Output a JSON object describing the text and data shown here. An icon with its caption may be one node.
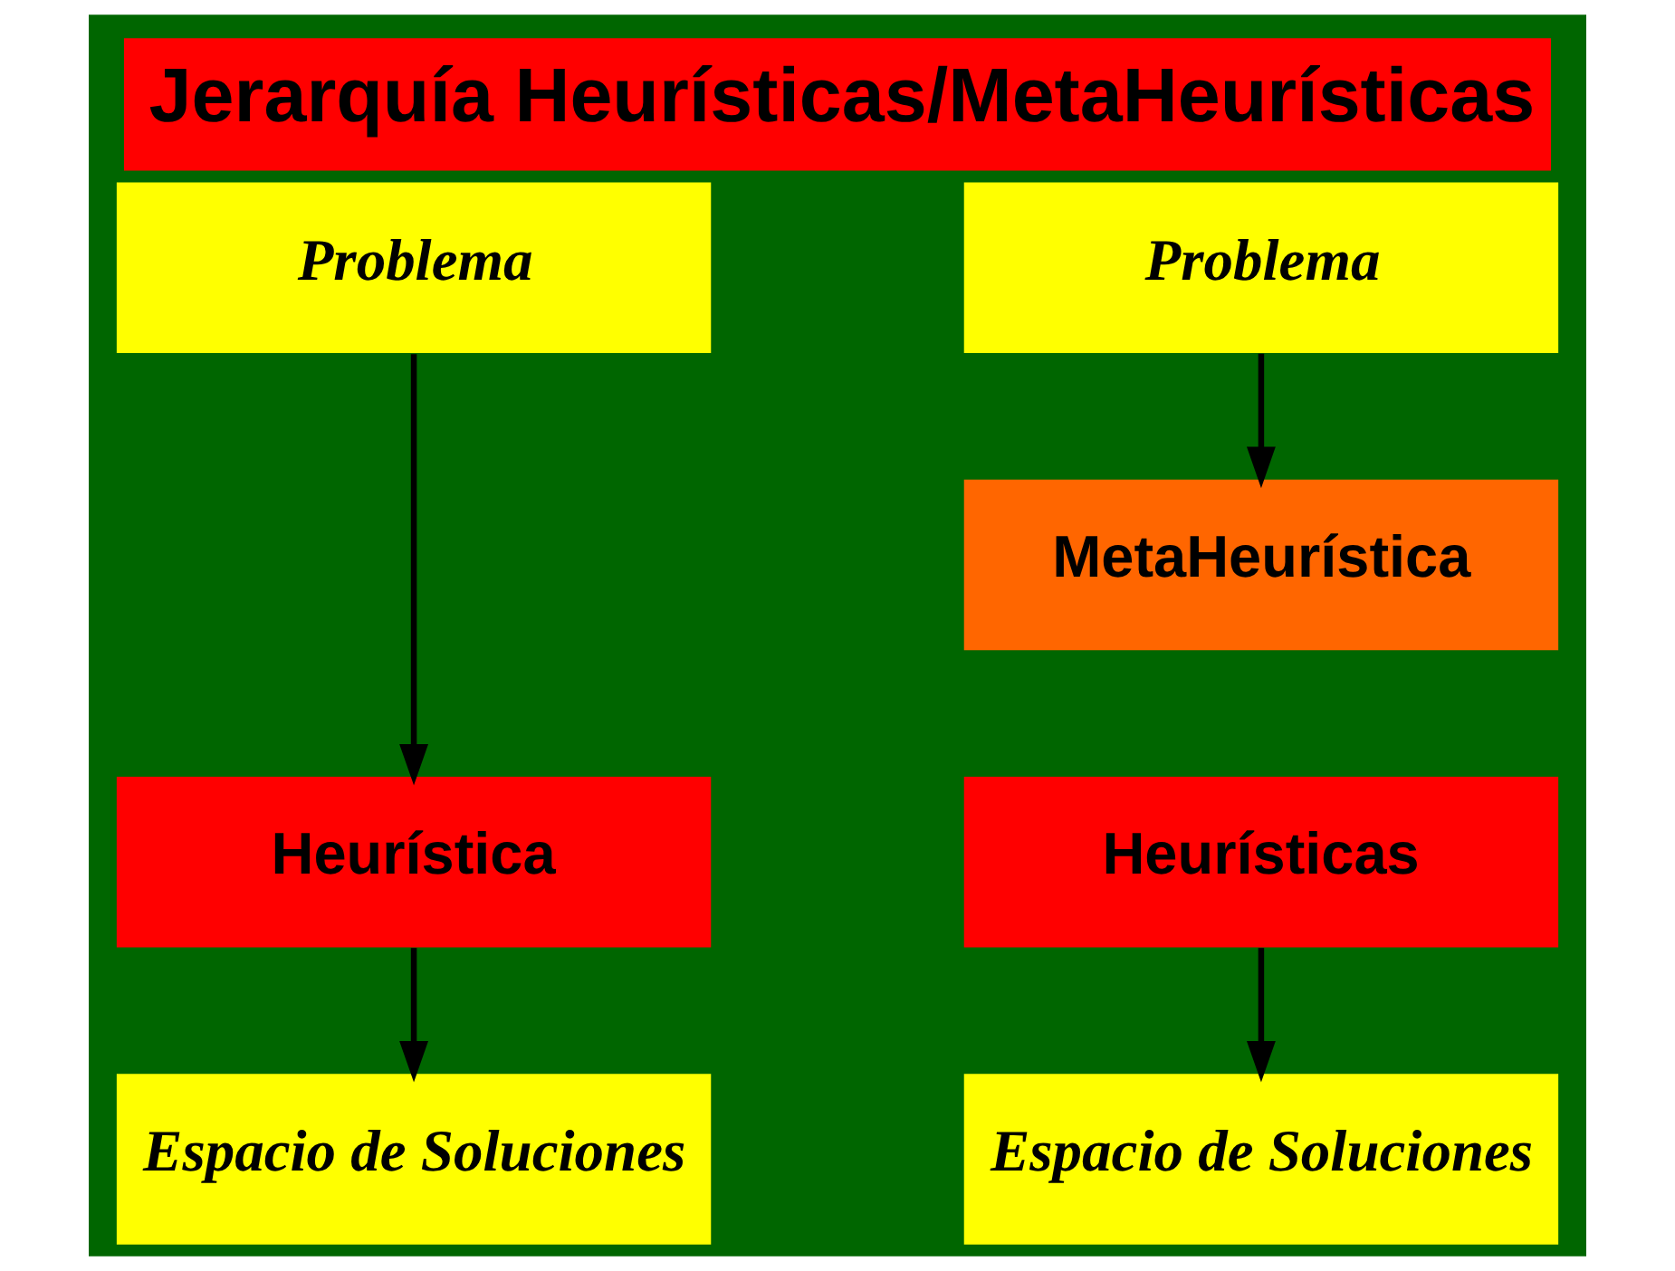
{
  "diagram": {
    "title": "Jerarquía Heurísticas/MetaHeurísticas",
    "nodes": [
      {
        "text": [
          "Problema"
        ]
      },
      {
        "text": [
          "Heurística"
        ]
      },
      {
        "text": [
          "Espacio de Soluciones"
        ]
      },
      {
        "text": [
          "Problema"
        ]
      },
      {
        "text": [
          "MetaHeurística"
        ]
      },
      {
        "text": [
          "Heurísticas"
        ]
      },
      {
        "text": [
          "Espacio de Soluciones"
        ]
      }
    ],
    "edges": [
      {
        "from": 0,
        "to": 1,
        "arrow": "to"
      },
      {
        "from": 1,
        "to": 2,
        "arrow": "to"
      },
      {
        "from": 3,
        "to": 4,
        "arrow": "to"
      },
      {
        "from": 5,
        "to": 6,
        "arrow": "to"
      }
    ]
  }
}
